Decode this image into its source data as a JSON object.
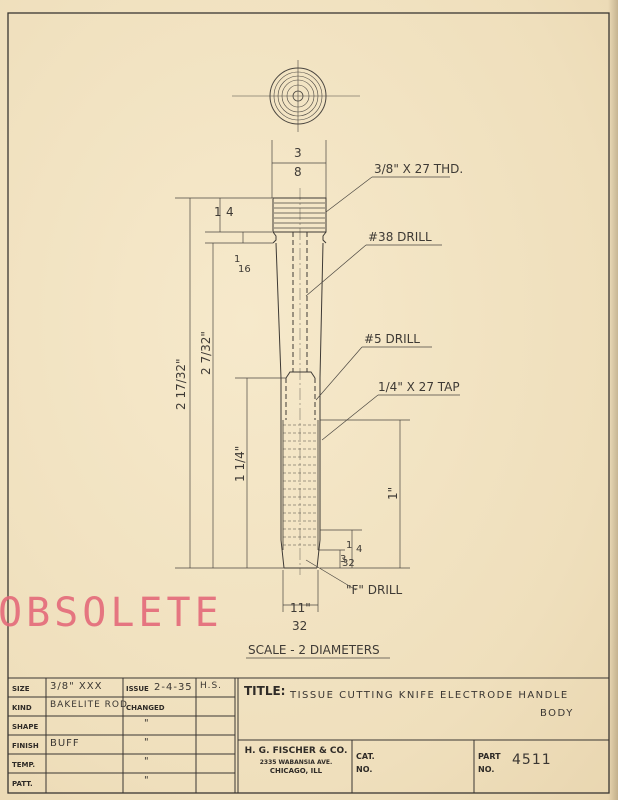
{
  "drawing": {
    "callouts": {
      "thread": "3/8\" X 27 THD.",
      "drill38": "#38 DRILL",
      "drill5": "#5 DRILL",
      "tap": "1/4\" X 27 TAP",
      "fdrill": "\"F\" DRILL"
    },
    "dims": {
      "d_3_8_num": "3",
      "d_3_8_den": "8",
      "d_1_4_num": "1",
      "d_1_4_den": "4",
      "d_1_16_num": "1",
      "d_1_16_den": "16",
      "overall": "2 17/32\"",
      "d_2_7_32": "2 7/32\"",
      "d_1_1_4": "1 1/4\"",
      "d_1": "1\"",
      "d_1_4b_num": "1",
      "d_1_4b_den": "4",
      "d_3_32_num": "3",
      "d_3_32_den": "32",
      "d_11_32_num": "11\"",
      "d_11_32_den": "32"
    },
    "scale_note": "SCALE - 2 DIAMETERS"
  },
  "stamp": "OBSOLETE",
  "title_block": {
    "labels": {
      "size": "SIZE",
      "kind": "KIND",
      "shape": "SHAPE",
      "finish": "FINISH",
      "temp": "TEMP.",
      "patt": "PATT.",
      "issue": "ISSUE",
      "changed": "CHANGED",
      "title": "TITLE:",
      "cat": "CAT.",
      "no": "NO.",
      "part": "PART",
      "part_no_label": "NO."
    },
    "values": {
      "size": "3/8\" XXX",
      "kind": "BAKELITE ROD",
      "finish": "BUFF",
      "issue": "2-4-35",
      "issue_initials": "H.S.",
      "ditto1": "\"",
      "ditto2": "\"",
      "ditto3": "\"",
      "ditto4": "\"",
      "title_line1": "TISSUE CUTTING KNIFE ELECTRODE HANDLE",
      "title_line2": "BODY",
      "company": "H. G. FISCHER & CO.",
      "address": "2335 WABANSIA AVE.",
      "city": "CHICAGO, ILL",
      "part_number": "4511"
    }
  }
}
